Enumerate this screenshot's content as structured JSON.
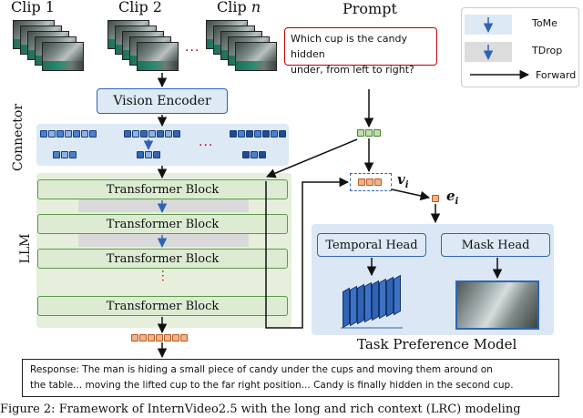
{
  "clips": {
    "clip1": "Clip 1",
    "clip2": "Clip 2",
    "clipn_prefix": "Clip ",
    "clipn_var": "n",
    "ellipsis": "..."
  },
  "prompt": {
    "title": "Prompt",
    "text_line1": "Which cup is the candy hidden",
    "text_line2": "under, from left to right?"
  },
  "legend": {
    "tome": "ToMe",
    "tdrop": "TDrop",
    "forward": "Forward"
  },
  "vision_encoder": "Vision Encoder",
  "connector_label": "Connector",
  "llm_label": "LLM",
  "transformer_block": "Transformer Block",
  "vi_label": "v",
  "vi_sub": "i",
  "ei_label": "e",
  "ei_sub": "i",
  "temporal_head": "Temporal Head",
  "mask_head": "Mask Head",
  "task_preference_model": "Task Preference Model",
  "response": {
    "line1": "Response: The man is hiding a small piece of candy under the cups and moving them around on",
    "line2": "the table... moving the lifted cup to the far right position... Candy is finally hidden in the second cup."
  },
  "caption": "Figure 2: Framework of InternVideo2.5 with the long and rich context (LRC) modeling",
  "colors": {
    "blue_border": "#2f64b5",
    "connector_bg": "#dde9f5",
    "llm_bg": "#e6efdc",
    "green_block": "#dcebd2",
    "green_border": "#5e9a4a",
    "orange_token": "#f2b28a",
    "green_token": "#bfe0a8",
    "gray_band": "#d9d9d9",
    "red_dots": "#c00000"
  }
}
